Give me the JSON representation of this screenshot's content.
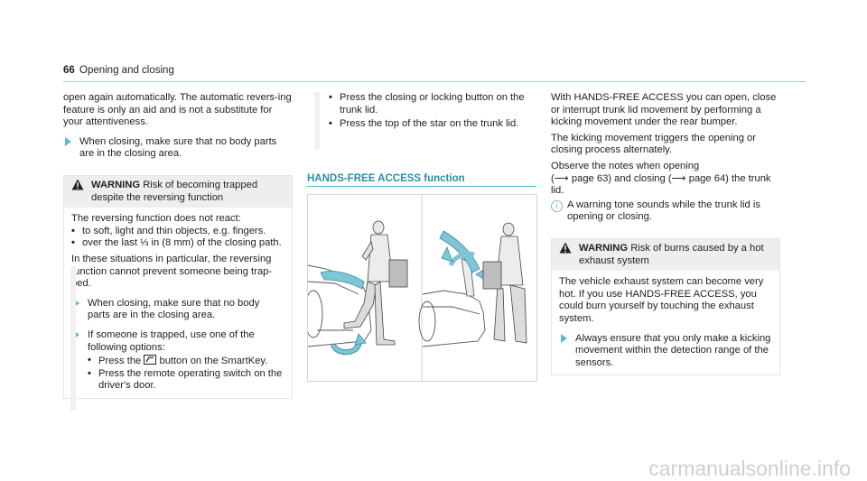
{
  "header": {
    "page_number": "66",
    "title": "Opening and closing"
  },
  "col1": {
    "intro": "open again automatically. The automatic revers-ing feature is only an aid and is not a substitute for your attentiveness.",
    "step1": "When closing, make sure that no body parts are in the closing area.",
    "warning": {
      "label": "WARNING",
      "title": "Risk of becoming trapped despite the reversing function",
      "text": "The reversing function does not react:",
      "bullets": [
        "to soft, light and thin objects, e.g. fingers.",
        "over the last ⅓ in (8 mm) of the closing path."
      ],
      "para": "In these situations in particular, the reversing function cannot prevent someone being trap-ped.",
      "step_a": "When closing, make sure that no body parts are in the closing area.",
      "step_b": "If someone is trapped, use one of the following options:",
      "opt1_pre": "Press the",
      "opt1_post": "button on the SmartKey.",
      "opt2": "Press the remote operating switch on the driver's door."
    }
  },
  "col2": {
    "bullets": [
      "Press the closing or locking button on the trunk lid.",
      "Press the top of the star on the trunk lid."
    ],
    "section_title": "HANDS-FREE ACCESS function"
  },
  "col3": {
    "p1": "With HANDS-FREE ACCESS you can open, close or interrupt trunk lid movement by performing a kicking movement under the rear bumper.",
    "p2": "The kicking movement triggers the opening or closing process alternately.",
    "p3a": "Observe the notes when opening",
    "p3b": "(⟶ page 63) and closing (⟶ page 64) the trunk lid.",
    "note": "A warning tone sounds while the trunk lid is opening or closing.",
    "warning": {
      "label": "WARNING",
      "title": "Risk of burns caused by a hot exhaust system",
      "text": "The vehicle exhaust system can become very hot. If you use HANDS-FREE ACCESS, you could burn yourself by touching the exhaust system.",
      "step": "Always ensure that you only make a kicking movement within the detection range of the sensors."
    }
  },
  "watermark": "carmanualsonline.info",
  "colors": {
    "accent": "#5bb8cf",
    "section": "#2a8fa7",
    "arrow_fill": "#7ec5d6"
  }
}
